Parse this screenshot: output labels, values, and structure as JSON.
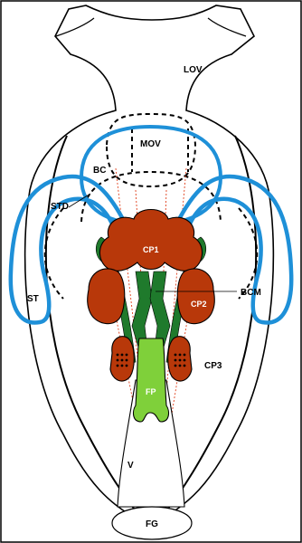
{
  "diagram": {
    "labels": {
      "lov": "LOV",
      "mov": "MOV",
      "bc": "BC",
      "std": "STD",
      "st": "ST",
      "cp1": "CP1",
      "bcm": "BCM",
      "cp2": "CP2",
      "cp3": "CP3",
      "fp": "FP",
      "v": "V",
      "fg": "FG"
    },
    "colors": {
      "outline": "#000000",
      "blue_tube": "#1e90d8",
      "brown_muscle": "#b8380a",
      "green_tissue": "#1f7a2c",
      "light_green": "#7fd03a",
      "red_dotted": "#e0401c"
    }
  }
}
